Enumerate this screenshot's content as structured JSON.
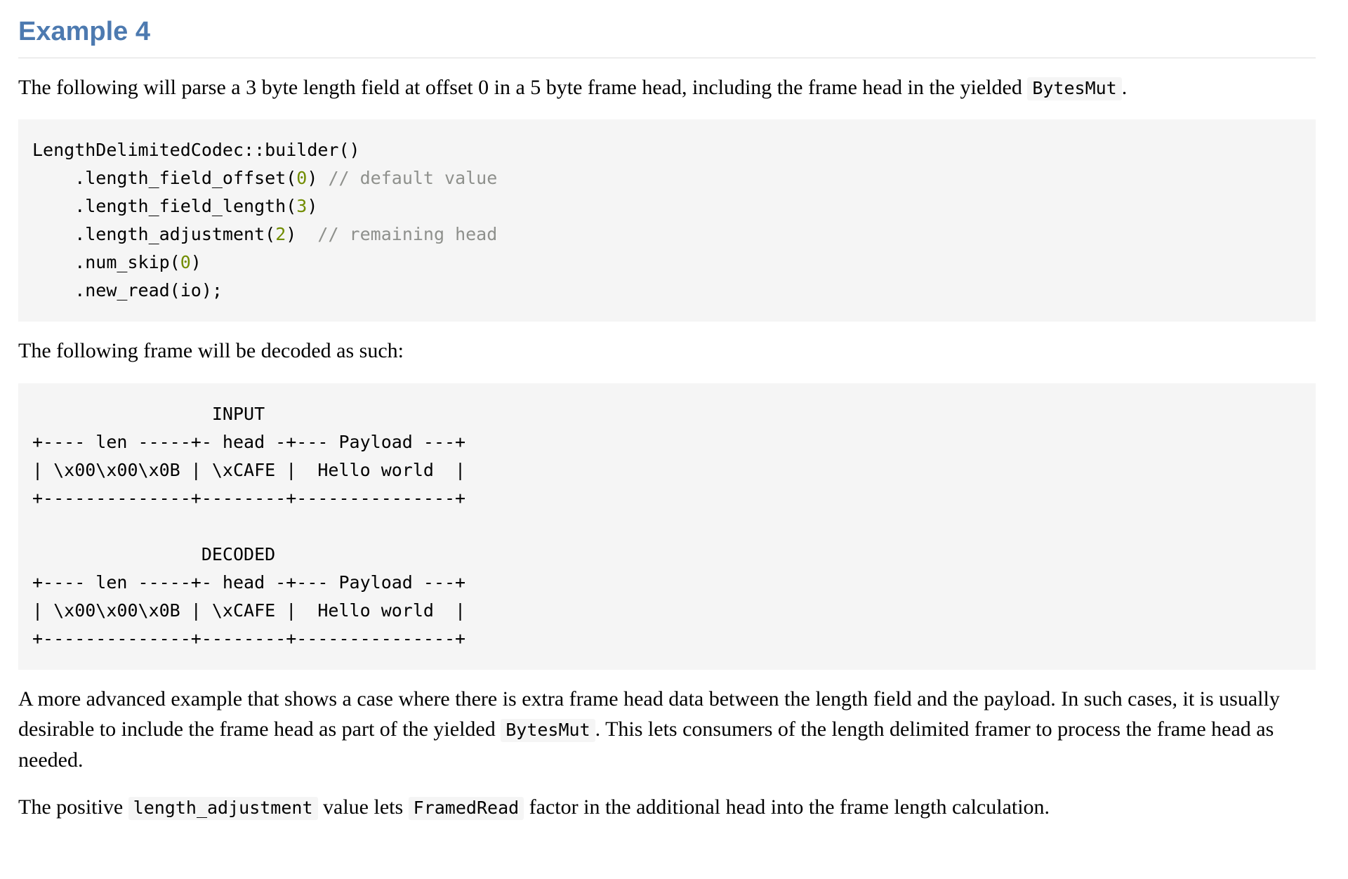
{
  "heading": {
    "text": "Example 4"
  },
  "colors": {
    "heading_link": "#4d7ab0",
    "code_background": "#f5f5f5",
    "number_literal": "#718c00",
    "comment": "#8e908c",
    "body_text": "#000000",
    "heading_rule": "#dddddd"
  },
  "paragraphs": {
    "intro": [
      {
        "t": "text",
        "v": "The following will parse a 3 byte length field at offset 0 in a 5 byte frame head, including the frame head in the yielded "
      },
      {
        "t": "code",
        "v": "BytesMut"
      },
      {
        "t": "text",
        "v": "."
      }
    ],
    "decoded_intro": [
      {
        "t": "text",
        "v": "The following frame will be decoded as such:"
      }
    ],
    "advanced": [
      {
        "t": "text",
        "v": "A more advanced example that shows a case where there is extra frame head data between the length field and the payload. In such cases, it is usually desirable to include the frame head as part of the yielded "
      },
      {
        "t": "code",
        "v": "BytesMut"
      },
      {
        "t": "text",
        "v": ". This lets consumers of the length delimited framer to process the frame head as needed."
      }
    ],
    "adjustment": [
      {
        "t": "text",
        "v": "The positive "
      },
      {
        "t": "code",
        "v": "length_adjustment"
      },
      {
        "t": "text",
        "v": " value lets "
      },
      {
        "t": "code",
        "v": "FramedRead"
      },
      {
        "t": "text",
        "v": " factor in the additional head into the frame length calculation."
      }
    ]
  },
  "code_block_rust": {
    "lines": [
      [
        {
          "t": "plain",
          "v": "LengthDelimitedCodec::builder()"
        }
      ],
      [
        {
          "t": "plain",
          "v": "    .length_field_offset("
        },
        {
          "t": "number",
          "v": "0"
        },
        {
          "t": "plain",
          "v": ") "
        },
        {
          "t": "comment",
          "v": "// default value"
        }
      ],
      [
        {
          "t": "plain",
          "v": "    .length_field_length("
        },
        {
          "t": "number",
          "v": "3"
        },
        {
          "t": "plain",
          "v": ")"
        }
      ],
      [
        {
          "t": "plain",
          "v": "    .length_adjustment("
        },
        {
          "t": "number",
          "v": "2"
        },
        {
          "t": "plain",
          "v": ")  "
        },
        {
          "t": "comment",
          "v": "// remaining head"
        }
      ],
      [
        {
          "t": "plain",
          "v": "    .num_skip("
        },
        {
          "t": "number",
          "v": "0"
        },
        {
          "t": "plain",
          "v": ")"
        }
      ],
      [
        {
          "t": "plain",
          "v": "    .new_read(io);"
        }
      ]
    ]
  },
  "code_block_frames": {
    "text": "                 INPUT\n+---- len -----+- head -+--- Payload ---+\n| \\x00\\x00\\x0B | \\xCAFE |  Hello world  |\n+--------------+--------+---------------+\n\n                DECODED\n+---- len -----+- head -+--- Payload ---+\n| \\x00\\x00\\x0B | \\xCAFE |  Hello world  |\n+--------------+--------+---------------+"
  }
}
